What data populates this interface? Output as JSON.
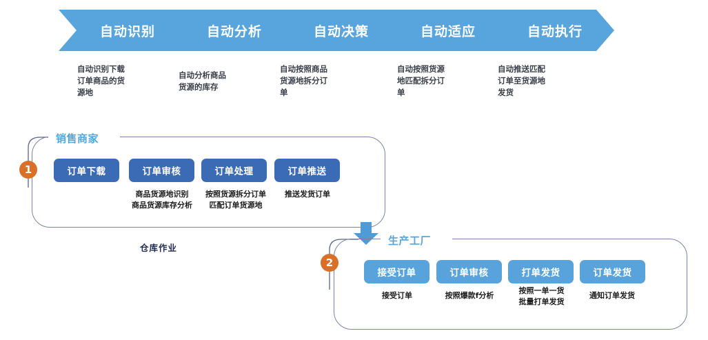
{
  "flow": {
    "steps": [
      {
        "label": "自动识别",
        "caption": "自动识别下载\n订单商品的货\n源地"
      },
      {
        "label": "自动分析",
        "caption": "自动分析商品\n货源的库存"
      },
      {
        "label": "自动决策",
        "caption": "自动按照商品\n货源地拆分订\n单"
      },
      {
        "label": "自动适应",
        "caption": "自动按照货源\n地匹配拆分订\n单"
      },
      {
        "label": "自动执行",
        "caption": "自动推送匹配\n订单至货源地\n发货"
      }
    ]
  },
  "sections": [
    {
      "badge": "1",
      "title": "销售商家",
      "buttons": [
        {
          "label": "订单下载",
          "caption": ""
        },
        {
          "label": "订单审核",
          "caption": "商品货源地识别\n商品货源库存分析"
        },
        {
          "label": "订单处理",
          "caption": "按照货源拆分订单\n匹配订单货源地"
        },
        {
          "label": "订单推送",
          "caption": "推送发货订单"
        }
      ]
    },
    {
      "badge": "2",
      "title": "生产工厂",
      "buttons": [
        {
          "label": "接受订单",
          "caption": "接受订单"
        },
        {
          "label": "订单审核",
          "caption": "按照爆款f分析"
        },
        {
          "label": "打单发货",
          "caption": "按照一单一货\n批量打单发货"
        },
        {
          "label": "订单发货",
          "caption": "通知订单发货"
        }
      ]
    }
  ],
  "labels": {
    "warehouse": "仓库作业"
  },
  "colors": {
    "chevron": "#58A5DE",
    "button_dark": "#3C6BB5",
    "button_light": "#59A3DC",
    "badge": "#D9702A",
    "panel_title": "#51A7E0",
    "panel_border": "#7A83A8",
    "arrow": "#4E9BD8"
  }
}
